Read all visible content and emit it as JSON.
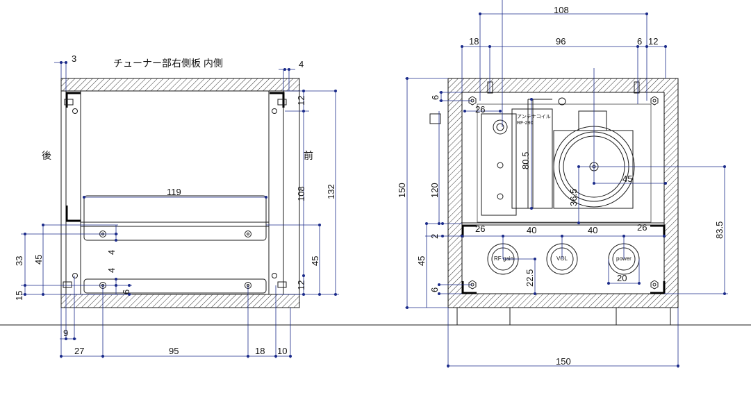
{
  "left_view": {
    "title": "チューナー部右側板  内側",
    "rear_label": "後",
    "front_label": "前",
    "dims": {
      "top_3": "3",
      "top_4": "4",
      "inner_width_119": "119",
      "right_12_top": "12",
      "right_108": "108",
      "right_132": "132",
      "right_45": "45",
      "right_12_bottom": "12",
      "left_33": "33",
      "left_45": "45",
      "left_15": "15",
      "mid_4_a": "4",
      "mid_4_b": "4",
      "mid_6": "6",
      "bottom_9": "9",
      "bottom_27": "27",
      "bottom_95": "95",
      "bottom_18": "18",
      "bottom_10": "10"
    }
  },
  "right_view": {
    "antenna_coil_label_1": "アンテナコイル",
    "antenna_coil_label_2": "RF-280",
    "knobs": [
      "RF gain",
      "VOL",
      "power"
    ],
    "dims": {
      "top_108": "108",
      "top_18": "18",
      "top_96": "96",
      "top_6": "6",
      "top_12": "12",
      "left_6_top": "6",
      "inner_26_top": "26",
      "coil_80_5": "80.5",
      "vc_36_5": "36.5",
      "vc_45": "45",
      "left_150": "150",
      "left_120": "120",
      "left_2": "2",
      "left_45": "45",
      "left_6_bottom": "6",
      "panel_26_left": "26",
      "panel_40_a": "40",
      "panel_40_b": "40",
      "panel_26_right": "26",
      "knob_22_5": "22.5",
      "knob_20": "20",
      "right_83_5": "83.5",
      "bottom_150": "150"
    }
  },
  "colors": {
    "line": "#1a1a1a",
    "dimension": "#1a2a8a",
    "background": "#ffffff"
  }
}
